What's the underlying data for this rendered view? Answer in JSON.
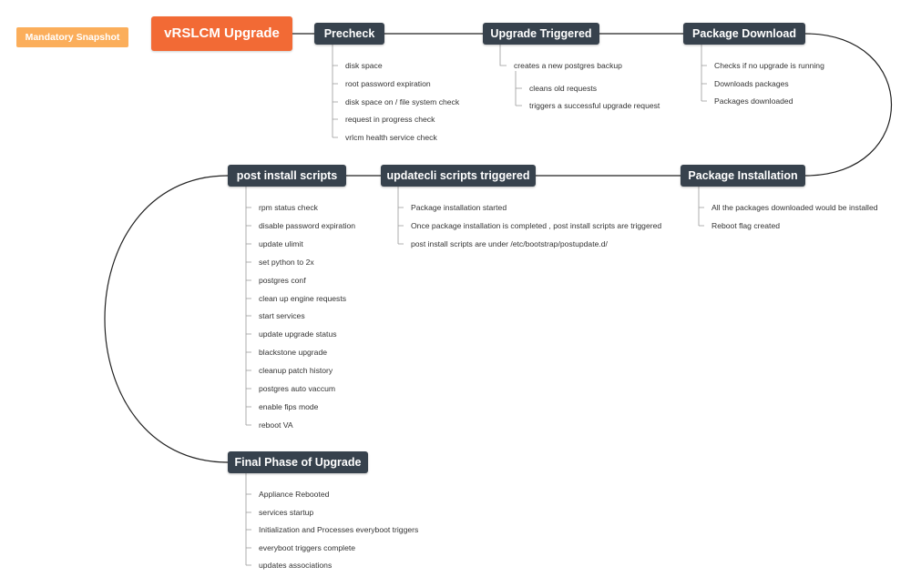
{
  "badge": "Mandatory Snapshot",
  "title": "vRSLCM Upgrade",
  "colors": {
    "node_fill": "#37424d",
    "title_fill": "#f26a35",
    "badge_fill": "#fbae5b",
    "connector": "#222222",
    "branch": "#999999"
  },
  "nodes": {
    "precheck": {
      "label": "Precheck",
      "items": [
        "disk space",
        "root password expiration",
        "disk space on / file system check",
        "request in progress check",
        "vrlcm health service check"
      ]
    },
    "upgrade_triggered": {
      "label": "Upgrade Triggered",
      "item": "creates a new postgres backup",
      "subitems": [
        "cleans old requests",
        "triggers a successful upgrade request"
      ]
    },
    "package_download": {
      "label": "Package Download",
      "items": [
        "Checks if no upgrade is running",
        "Downloads packages",
        "Packages downloaded"
      ]
    },
    "package_installation": {
      "label": "Package Installation",
      "items": [
        "All the packages downloaded would be installed",
        "Reboot flag created"
      ]
    },
    "updatecli": {
      "label": "updatecli scripts triggered",
      "items": [
        "Package installation started",
        "Once package installation is completed , post install scripts are triggered",
        "post install scripts are under /etc/bootstrap/postupdate.d/"
      ]
    },
    "post_install": {
      "label": "post install scripts",
      "items": [
        "rpm status check",
        "disable password expiration",
        "update ulimit",
        "set python to 2x",
        "postgres conf",
        "clean up engine requests",
        "start services",
        "update upgrade status",
        "blackstone upgrade",
        "cleanup patch history",
        "postgres auto vaccum",
        "enable fips mode",
        "reboot VA"
      ]
    },
    "final_phase": {
      "label": "Final Phase of Upgrade",
      "items": [
        "Appliance Rebooted",
        "services startup",
        "Initialization and Processes everyboot triggers",
        "everyboot triggers complete",
        "updates associations"
      ]
    }
  }
}
